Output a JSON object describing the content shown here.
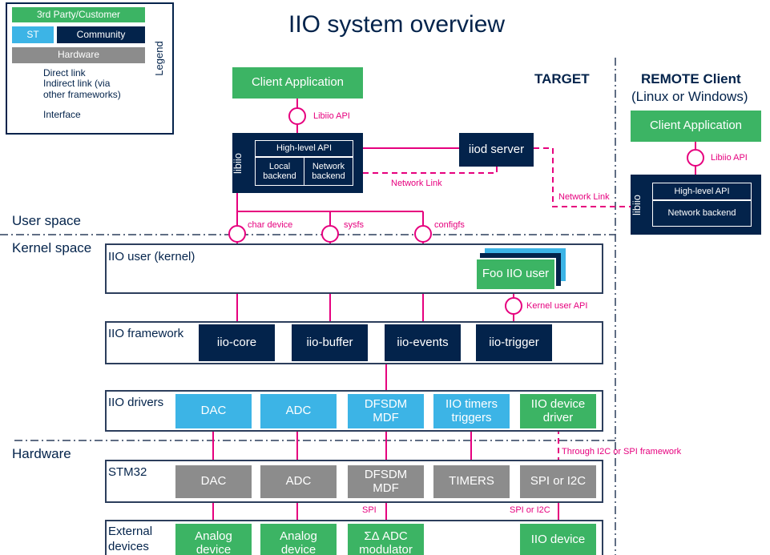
{
  "title": "IIO system overview",
  "legend": {
    "heading": "Legend",
    "third_party": "3rd Party/Customer",
    "st": "ST",
    "community": "Community",
    "hardware": "Hardware",
    "direct_link": "Direct link",
    "indirect_link_1": "Indirect link (via",
    "indirect_link_2": "other frameworks)",
    "interface": "Interface"
  },
  "target": {
    "heading": "TARGET",
    "client_application": "Client Application",
    "libiio_api": "Libiio API",
    "libiio": "libiio",
    "high_level_api": "High-level API",
    "local_backend": "Local backend",
    "network_backend": "Network backend",
    "iiod_server": "iiod server",
    "network_link": "Network Link"
  },
  "remote": {
    "heading": "REMOTE Client",
    "subheading": "(Linux or Windows)",
    "client_application": "Client Application",
    "libiio_api": "Libiio API",
    "libiio": "libiio",
    "high_level_api": "High-level API",
    "network_backend": "Network backend",
    "network_link": "Network Link"
  },
  "spaces": {
    "user": "User space",
    "kernel": "Kernel space",
    "hardware": "Hardware"
  },
  "interfaces": {
    "char_device": "char device",
    "sysfs": "sysfs",
    "configfs": "configfs",
    "kernel_user_api": "Kernel user API"
  },
  "iio_user": {
    "label": "IIO user (kernel)",
    "foo": "Foo IIO user"
  },
  "framework": {
    "label": "IIO framework",
    "core": "iio-core",
    "buffer": "iio-buffer",
    "events": "iio-events",
    "trigger": "iio-trigger"
  },
  "drivers": {
    "label": "IIO drivers",
    "dac": "DAC",
    "adc": "ADC",
    "dfsdm": "DFSDM MDF",
    "timers": "IIO timers triggers",
    "device_driver": "IIO device driver",
    "i2c_note": "Through I2C or SPI framework"
  },
  "stm32": {
    "label": "STM32",
    "dac": "DAC",
    "adc": "ADC",
    "dfsdm": "DFSDM MDF",
    "timers": "TIMERS",
    "spi_i2c": "SPI or I2C",
    "spi": "SPI",
    "spi_or_i2c": "SPI or I2C"
  },
  "external": {
    "label": "External devices",
    "analog1": "Analog device",
    "analog2": "Analog device",
    "modulator": "ΣΔ ADC modulator",
    "iio_device": "IIO device"
  },
  "colors": {
    "navy": "#03234b",
    "green": "#3cb464",
    "st_blue": "#3cb4e6",
    "hardware_grey": "#8c8c8c",
    "link_pink": "#e6007e"
  }
}
